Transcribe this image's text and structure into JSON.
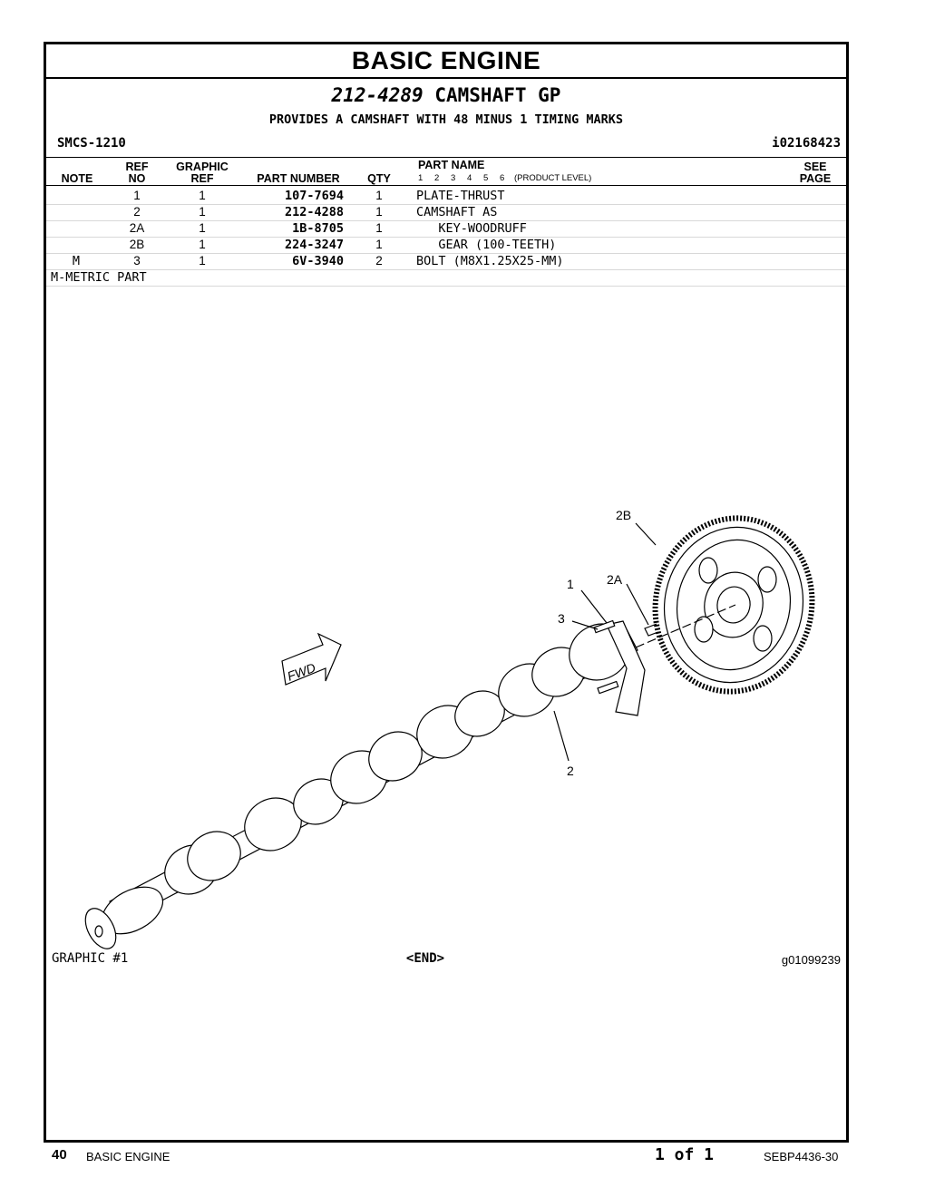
{
  "section_title": "BASIC ENGINE",
  "group": {
    "number": "212-4289",
    "name": "CAMSHAFT GP",
    "description": "PROVIDES A CAMSHAFT WITH 48 MINUS 1 TIMING MARKS",
    "smcs": "SMCS-1210",
    "info_id": "i02168423"
  },
  "table": {
    "headers": {
      "note": "NOTE",
      "ref_top": "REF",
      "ref_bottom": "NO",
      "graphic_top": "GRAPHIC",
      "graphic_bottom": "REF",
      "part_number": "PART NUMBER",
      "qty": "QTY",
      "part_name": "PART NAME",
      "see_top": "SEE",
      "see_bottom": "PAGE"
    },
    "levels": [
      "1",
      "2",
      "3",
      "4",
      "5",
      "6"
    ],
    "levels_label": "(PRODUCT LEVEL)",
    "rows": [
      {
        "note": "",
        "ref": "1",
        "graphic_ref": "1",
        "part_number": "107-7694",
        "qty": "1",
        "name": "PLATE-THRUST"
      },
      {
        "note": "",
        "ref": "2",
        "graphic_ref": "1",
        "part_number": "212-4288",
        "qty": "1",
        "name": "CAMSHAFT AS"
      },
      {
        "note": "",
        "ref": "2A",
        "graphic_ref": "1",
        "part_number": "1B-8705",
        "qty": "1",
        "name": "   KEY-WOODRUFF"
      },
      {
        "note": "",
        "ref": "2B",
        "graphic_ref": "1",
        "part_number": "224-3247",
        "qty": "1",
        "name": "   GEAR (100-TEETH)"
      },
      {
        "note": "M",
        "ref": "3",
        "graphic_ref": "1",
        "part_number": "6V-3940",
        "qty": "2",
        "name": "BOLT (M8X1.25X25-MM)"
      }
    ],
    "note_legend": "M-METRIC PART"
  },
  "illustration": {
    "callouts": [
      "2B",
      "1",
      "2A",
      "3",
      "2"
    ],
    "fwd_label": "FWD"
  },
  "graphic_label": "GRAPHIC #1",
  "end_mark": "<END>",
  "graphic_id": "g01099239",
  "footer": {
    "page_number": "40",
    "section": "BASIC ENGINE",
    "pages": "1 of 1",
    "doc_id": "SEBP4436-30"
  }
}
